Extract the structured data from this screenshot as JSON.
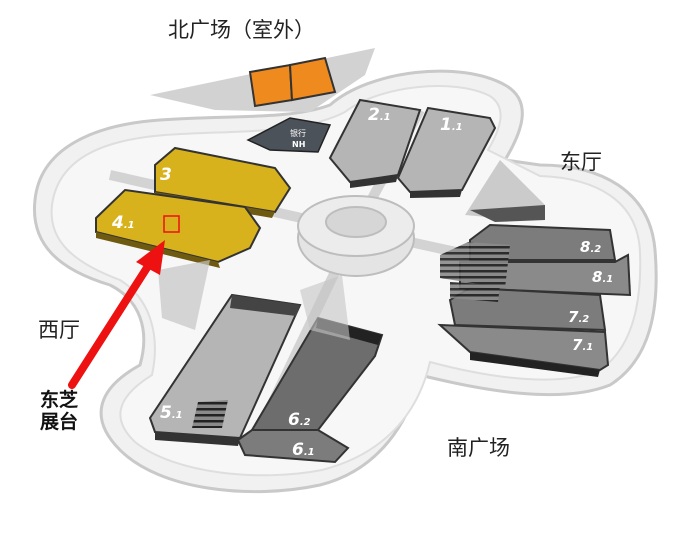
{
  "areas": {
    "north": "北广场（室外）",
    "east": "东厅",
    "west": "西厅",
    "south": "南广场"
  },
  "booth": {
    "line1": "东芝",
    "line2": "展台"
  },
  "center_sign": {
    "line1": "银行",
    "line2": "NH"
  },
  "halls": [
    {
      "id": "h3",
      "num": "3",
      "sub": ""
    },
    {
      "id": "h41",
      "num": "4",
      "sub": ".1"
    },
    {
      "id": "h21",
      "num": "2",
      "sub": ".1"
    },
    {
      "id": "h11",
      "num": "1",
      "sub": ".1"
    },
    {
      "id": "h82",
      "num": "8",
      "sub": ".2"
    },
    {
      "id": "h81",
      "num": "8",
      "sub": ".1"
    },
    {
      "id": "h72",
      "num": "7",
      "sub": ".2"
    },
    {
      "id": "h71",
      "num": "7",
      "sub": ".1"
    },
    {
      "id": "h51",
      "num": "5",
      "sub": ".1"
    },
    {
      "id": "h62",
      "num": "6",
      "sub": ".2"
    },
    {
      "id": "h61",
      "num": "6",
      "sub": ".1"
    }
  ],
  "colors": {
    "yellow_hall": "#d8b21c",
    "orange_block": "#ef8a1e",
    "gray_hall": "#a8a8a8",
    "dark_hall": "#6a6a6a",
    "arrow": "#ee1111",
    "booth_marker": "#ee1111"
  }
}
